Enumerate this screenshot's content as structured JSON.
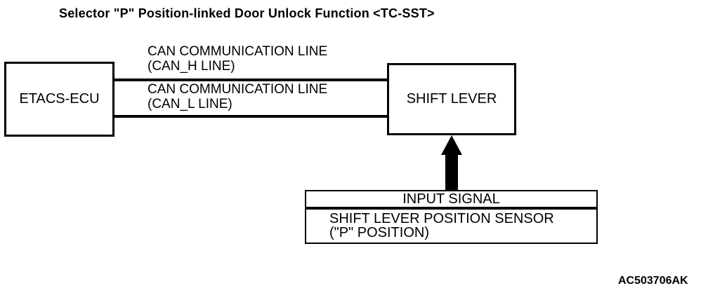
{
  "title": "Selector \"P\" Position-linked Door Unlock Function <TC-SST>",
  "diagram": {
    "etacs_box": {
      "label": "ETACS-ECU"
    },
    "shift_lever_box": {
      "label": "SHIFT LEVER"
    },
    "can_h": {
      "line1": "CAN COMMUNICATION LINE",
      "line2": "(CAN_H LINE)"
    },
    "can_l": {
      "line1": "CAN COMMUNICATION LINE",
      "line2": "(CAN_L LINE)"
    },
    "input_signal_box": {
      "header": "INPUT SIGNAL",
      "body_line1": "SHIFT LEVER POSITION SENSOR",
      "body_line2": "(\"P\" POSITION)"
    }
  },
  "figure_code": "AC503706AK",
  "colors": {
    "foreground": "#000000",
    "background": "#ffffff"
  }
}
